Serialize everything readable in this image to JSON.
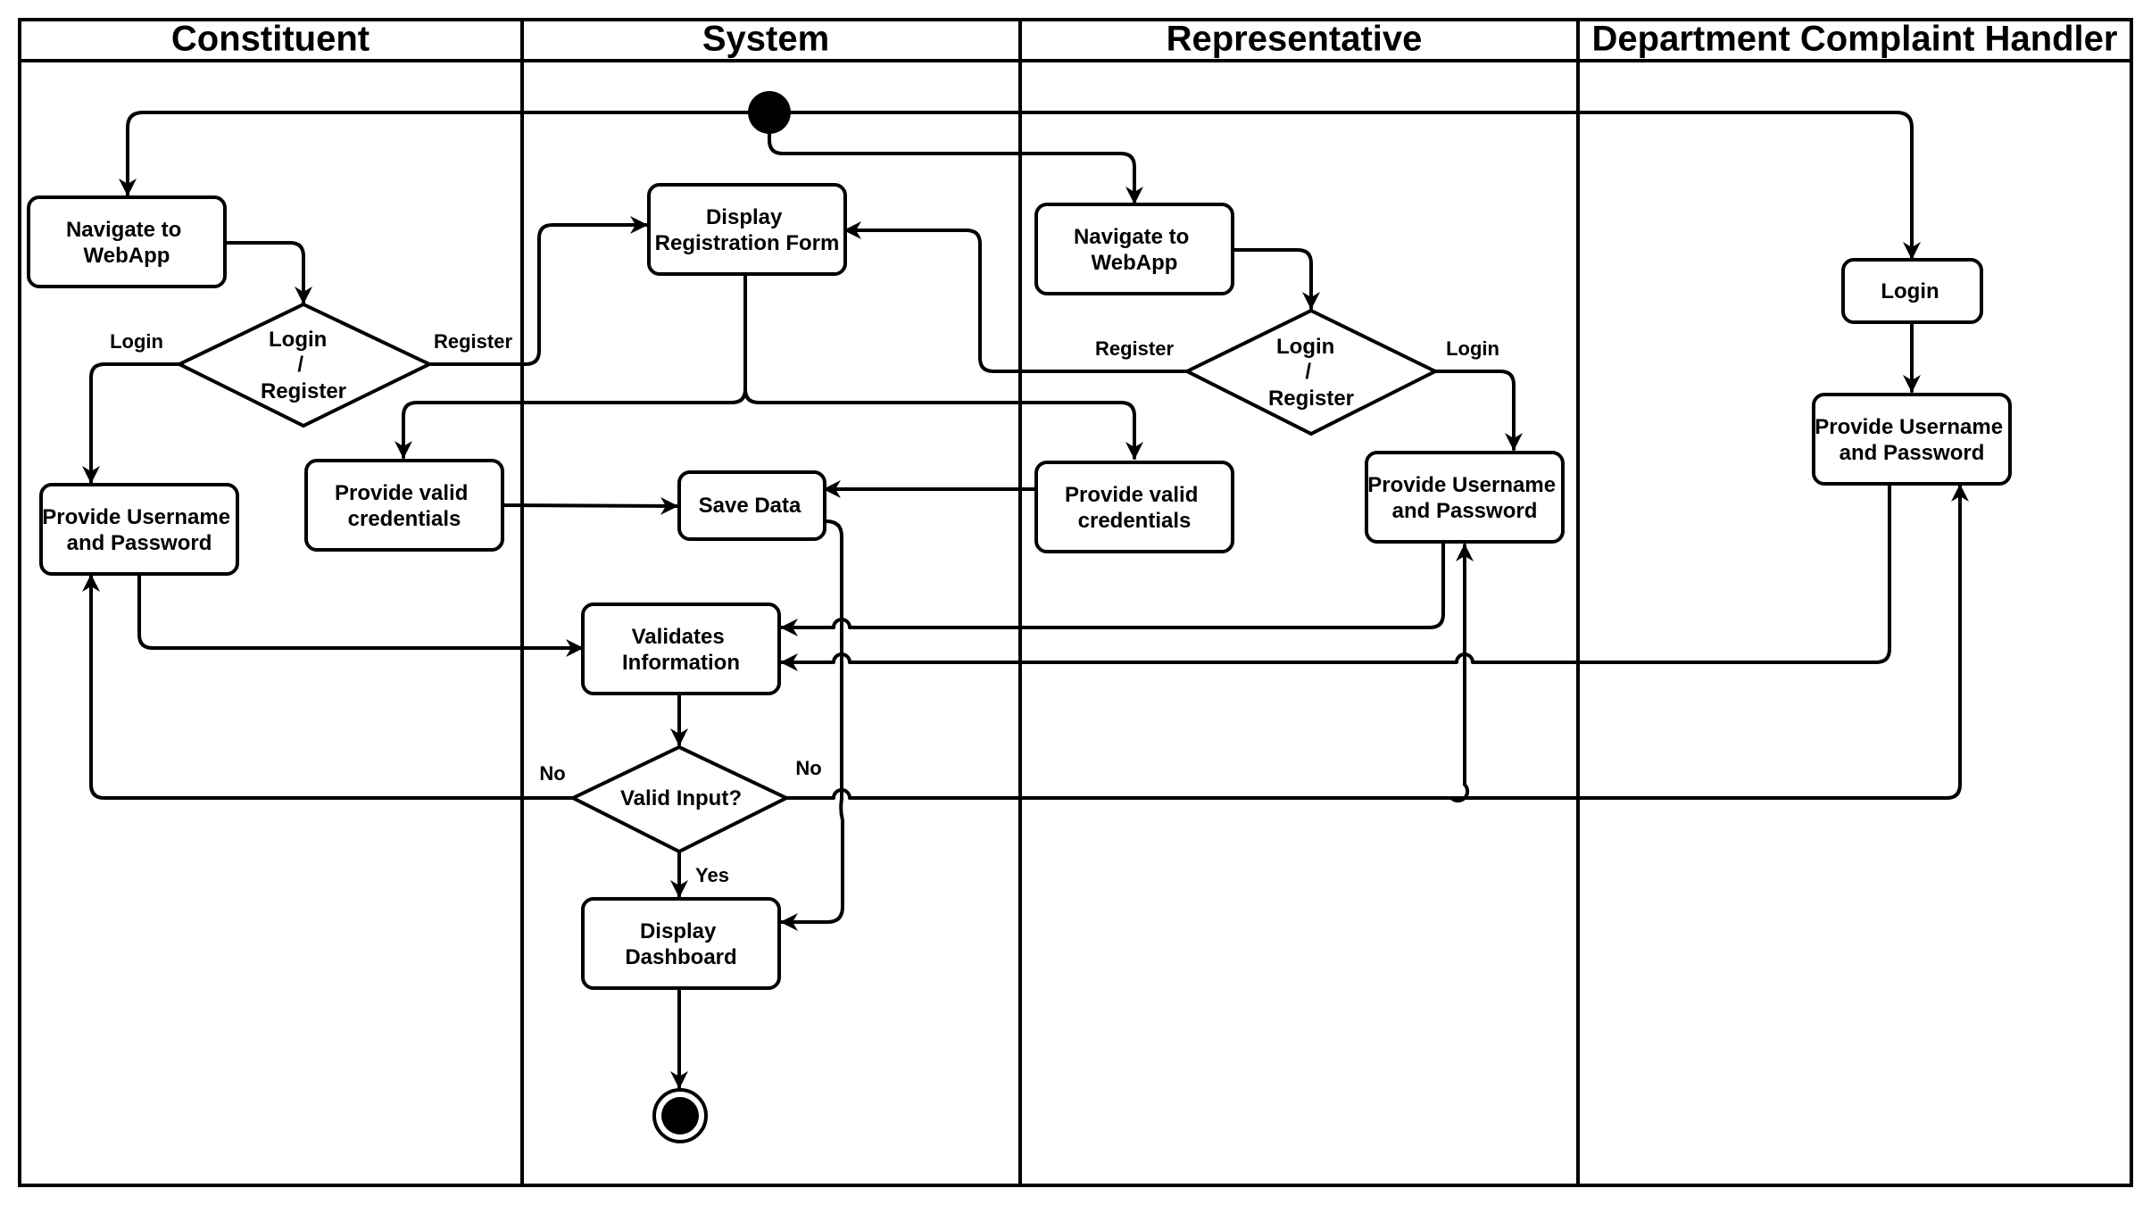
{
  "lanes": [
    {
      "id": "constituent",
      "title": "Constituent"
    },
    {
      "id": "system",
      "title": "System"
    },
    {
      "id": "representative",
      "title": "Representative"
    },
    {
      "id": "handler",
      "title": "Department Complaint Handler"
    }
  ],
  "nodes": {
    "c_navigate": [
      "Navigate to",
      "WebApp"
    ],
    "c_decision": [
      "Login",
      "/",
      "Register"
    ],
    "c_provide_up": [
      "Provide Username",
      "and Password"
    ],
    "c_provide_cred": [
      "Provide valid",
      "credentials"
    ],
    "s_display_reg": [
      "Display",
      "Registration Form"
    ],
    "s_save": [
      "Save Data"
    ],
    "s_validate": [
      "Validates",
      "Information"
    ],
    "s_valid_input": [
      "Valid Input?"
    ],
    "s_dashboard": [
      "Display",
      "Dashboard"
    ],
    "r_navigate": [
      "Navigate to",
      "WebApp"
    ],
    "r_decision": [
      "Login",
      "/",
      "Register"
    ],
    "r_provide_cred": [
      "Provide valid",
      "credentials"
    ],
    "r_provide_up": [
      "Provide Username",
      "and Password"
    ],
    "h_login": [
      "Login"
    ],
    "h_provide_up": [
      "Provide Username",
      "and Password"
    ]
  },
  "edge_labels": {
    "c_login": "Login",
    "c_register": "Register",
    "r_register": "Register",
    "r_login": "Login",
    "no_left": "No",
    "no_right": "No",
    "yes": "Yes"
  }
}
